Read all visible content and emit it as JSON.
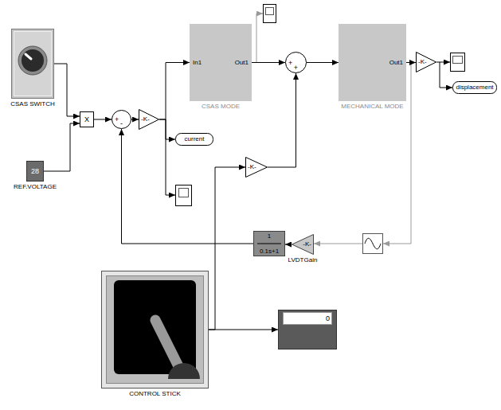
{
  "diagram": {
    "nodes": [
      {
        "text": [
          "CSAS SWITCH"
        ]
      },
      {
        "text": [
          "28",
          "REF.VOLTAGE"
        ]
      },
      {
        "text": [
          "X"
        ]
      },
      {
        "text": [
          "+",
          "-"
        ]
      },
      {
        "text": [
          "-K-"
        ]
      },
      {
        "text": [
          "current"
        ]
      },
      {
        "text": [
          "In1",
          "Out1",
          "CSAS MODE"
        ]
      },
      {
        "text": [
          "+",
          "+"
        ]
      },
      {
        "text": [
          "Out1",
          "MECHANICAL MODE"
        ]
      },
      {
        "text": [
          "-K-"
        ]
      },
      {
        "text": [
          "displacement"
        ]
      },
      {
        "text": [
          "-K-"
        ]
      },
      {
        "text": [
          "-K-",
          "LVDTGain"
        ]
      },
      {
        "text": [
          "1",
          "0.1s+1"
        ]
      },
      {
        "text": [
          "CONTROL STICK"
        ]
      },
      {
        "text": [
          "0"
        ]
      }
    ],
    "edges": [
      {
        "from": 0,
        "to": 2,
        "arrow": "to"
      },
      {
        "from": 1,
        "to": 2,
        "arrow": "to"
      },
      {
        "from": 2,
        "to": 3,
        "arrow": "to"
      },
      {
        "from": 13,
        "to": 3,
        "arrow": "to"
      },
      {
        "from": 3,
        "to": 4,
        "arrow": "to"
      },
      {
        "from": 4,
        "to": 6,
        "arrow": "to"
      },
      {
        "from": 4,
        "to": 5,
        "arrow": "to"
      },
      {
        "from": 6,
        "to": 7,
        "arrow": "to"
      },
      {
        "from": 11,
        "to": 7,
        "arrow": "to"
      },
      {
        "from": 7,
        "to": 8,
        "arrow": "to"
      },
      {
        "from": 8,
        "to": 9,
        "arrow": "to"
      },
      {
        "from": 9,
        "to": 10,
        "arrow": "to"
      },
      {
        "from": 12,
        "to": 13,
        "arrow": "to"
      },
      {
        "from": 14,
        "to": 11,
        "arrow": "to"
      },
      {
        "from": 14,
        "to": 15,
        "arrow": "to"
      }
    ]
  }
}
